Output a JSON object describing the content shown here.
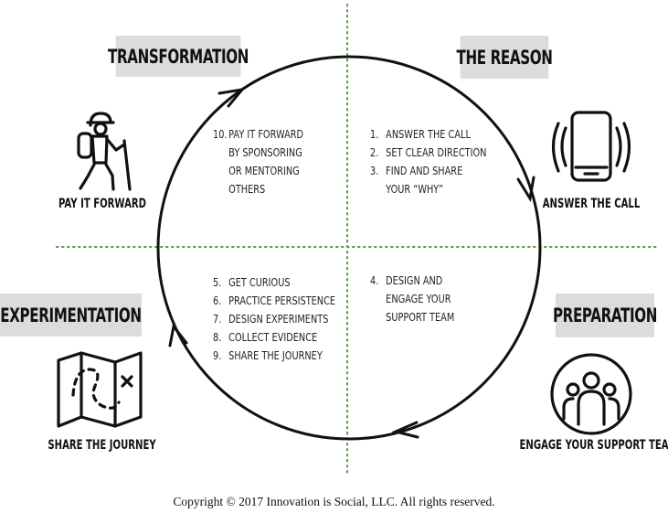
{
  "phases": {
    "transformation": "TRANSFORMATION",
    "reason": "THE REASON",
    "experimentation": "EXPERIMENTATION",
    "preparation": "PREPARATION"
  },
  "captions": {
    "pay_it_forward": "PAY IT FORWARD",
    "answer_the_call": "ANSWER THE CALL",
    "share_the_journey": "SHARE THE JOURNEY",
    "engage_support_team": "ENGAGE YOUR SUPPORT TEAM"
  },
  "steps": {
    "reason": [
      {
        "num": "1.",
        "text": "ANSWER THE CALL"
      },
      {
        "num": "2.",
        "text": "SET CLEAR DIRECTION"
      },
      {
        "num": "3.",
        "text": "FIND AND SHARE"
      },
      {
        "num": "",
        "text": "YOUR “WHY”"
      }
    ],
    "preparation": [
      {
        "num": "4.",
        "text": "DESIGN AND"
      },
      {
        "num": "",
        "text": "ENGAGE YOUR"
      },
      {
        "num": "",
        "text": "SUPPORT TEAM"
      }
    ],
    "experimentation": [
      {
        "num": "5.",
        "text": "GET CURIOUS"
      },
      {
        "num": "6.",
        "text": "PRACTICE PERSISTENCE"
      },
      {
        "num": "7.",
        "text": "DESIGN EXPERIMENTS"
      },
      {
        "num": "8.",
        "text": "COLLECT EVIDENCE"
      },
      {
        "num": "9.",
        "text": "SHARE THE JOURNEY"
      }
    ],
    "transformation": [
      {
        "num": "10.",
        "text": "PAY IT FORWARD"
      },
      {
        "num": "",
        "text": "BY SPONSORING"
      },
      {
        "num": "",
        "text": "OR MENTORING"
      },
      {
        "num": "",
        "text": "OTHERS"
      }
    ]
  },
  "colors": {
    "axis_dotted": "#4f9a3e",
    "circle": "#111111",
    "label_bg": "#dcdcdc"
  },
  "icons": {
    "transformation": "hiker-icon",
    "reason": "ringing-phone-icon",
    "experimentation": "treasure-map-icon",
    "preparation": "team-people-icon"
  },
  "copyright": "Copyright © 2017 Innovation is Social, LLC. All rights reserved."
}
